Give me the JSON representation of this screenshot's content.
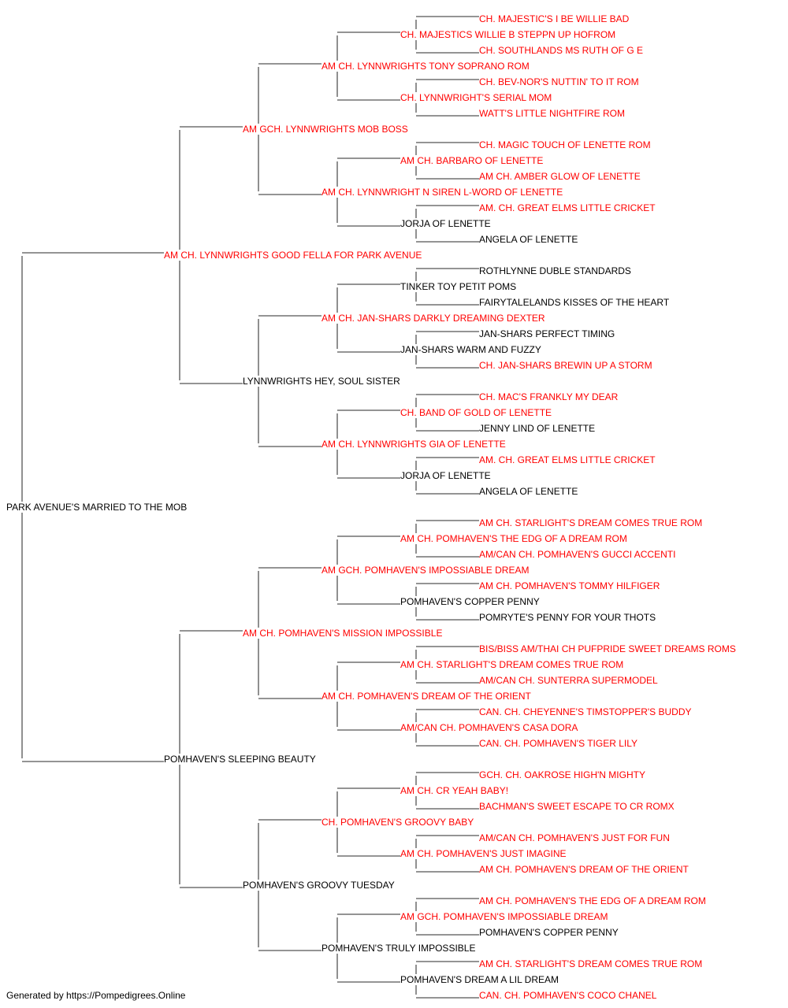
{
  "colors": {
    "champion_text": "#ff0000",
    "plain_text": "#000000",
    "line": "#555555",
    "background": "#ffffff"
  },
  "subject": {
    "name": "PARK AVENUE'S MARRIED TO THE MOB",
    "champion": false
  },
  "pedigree": [
    {
      "name": "AM CH. LYNNWRIGHTS GOOD FELLA FOR PARK AVENUE",
      "champion": true
    },
    {
      "name": "POMHAVEN'S SLEEPING BEAUTY",
      "champion": false
    },
    {
      "name": "AM GCH. LYNNWRIGHTS MOB BOSS",
      "champion": true
    },
    {
      "name": "LYNNWRIGHTS HEY, SOUL SISTER",
      "champion": false
    },
    {
      "name": "AM CH. POMHAVEN'S MISSION IMPOSSIBLE",
      "champion": true
    },
    {
      "name": "POMHAVEN'S GROOVY TUESDAY",
      "champion": false
    },
    {
      "name": "AM CH. LYNNWRIGHTS TONY SOPRANO ROM",
      "champion": true
    },
    {
      "name": "AM CH. LYNNWRIGHT N SIREN L-WORD OF LENETTE",
      "champion": true
    },
    {
      "name": "AM CH. JAN-SHARS DARKLY DREAMING DEXTER",
      "champion": true
    },
    {
      "name": "AM CH. LYNNWRIGHTS GIA OF LENETTE",
      "champion": true
    },
    {
      "name": "AM GCH. POMHAVEN'S IMPOSSIABLE DREAM",
      "champion": true
    },
    {
      "name": "AM CH. POMHAVEN'S DREAM OF THE ORIENT",
      "champion": true
    },
    {
      "name": "CH. POMHAVEN'S GROOVY BABY",
      "champion": true
    },
    {
      "name": "POMHAVEN'S TRULY IMPOSSIBLE",
      "champion": false
    },
    {
      "name": "CH. MAJESTICS WILLIE B STEPPN UP HOFROM",
      "champion": true
    },
    {
      "name": "CH. LYNNWRIGHT'S SERIAL MOM",
      "champion": true
    },
    {
      "name": "AM CH. BARBARO OF LENETTE",
      "champion": true
    },
    {
      "name": "JORJA OF LENETTE",
      "champion": false
    },
    {
      "name": "TINKER TOY PETIT POMS",
      "champion": false
    },
    {
      "name": "JAN-SHARS WARM AND FUZZY",
      "champion": false
    },
    {
      "name": "CH. BAND OF GOLD OF LENETTE",
      "champion": true
    },
    {
      "name": "JORJA OF LENETTE",
      "champion": false
    },
    {
      "name": "AM CH. POMHAVEN'S THE EDG OF A DREAM ROM",
      "champion": true
    },
    {
      "name": "POMHAVEN'S COPPER PENNY",
      "champion": false
    },
    {
      "name": "AM CH. STARLIGHT'S DREAM COMES TRUE ROM",
      "champion": true
    },
    {
      "name": "AM/CAN CH. POMHAVEN'S CASA DORA",
      "champion": true
    },
    {
      "name": "AM CH. CR YEAH BABY!",
      "champion": true
    },
    {
      "name": "AM CH. POMHAVEN'S JUST IMAGINE",
      "champion": true
    },
    {
      "name": "AM GCH. POMHAVEN'S IMPOSSIABLE DREAM",
      "champion": true
    },
    {
      "name": "POMHAVEN'S DREAM A LIL DREAM",
      "champion": false
    },
    {
      "name": "CH. MAJESTIC'S I BE WILLIE BAD",
      "champion": true
    },
    {
      "name": "CH. SOUTHLANDS MS RUTH OF G E",
      "champion": true
    },
    {
      "name": "CH. BEV-NOR'S NUTTIN' TO IT ROM",
      "champion": true
    },
    {
      "name": "WATT'S LITTLE NIGHTFIRE ROM",
      "champion": true
    },
    {
      "name": "CH. MAGIC TOUCH OF LENETTE ROM",
      "champion": true
    },
    {
      "name": "AM CH. AMBER GLOW OF LENETTE",
      "champion": true
    },
    {
      "name": "AM. CH. GREAT ELMS LITTLE CRICKET",
      "champion": true
    },
    {
      "name": "ANGELA OF LENETTE",
      "champion": false
    },
    {
      "name": "ROTHLYNNE DUBLE STANDARDS",
      "champion": false
    },
    {
      "name": "FAIRYTALELANDS KISSES OF THE HEART",
      "champion": false
    },
    {
      "name": "JAN-SHARS PERFECT TIMING",
      "champion": false
    },
    {
      "name": "CH. JAN-SHARS BREWIN UP A STORM",
      "champion": true
    },
    {
      "name": "CH. MAC'S FRANKLY MY DEAR",
      "champion": true
    },
    {
      "name": "JENNY LIND OF LENETTE",
      "champion": false
    },
    {
      "name": "AM. CH. GREAT ELMS LITTLE CRICKET",
      "champion": true
    },
    {
      "name": "ANGELA OF LENETTE",
      "champion": false
    },
    {
      "name": "AM CH. STARLIGHT'S DREAM COMES TRUE ROM",
      "champion": true
    },
    {
      "name": "AM/CAN CH. POMHAVEN'S GUCCI ACCENTI",
      "champion": true
    },
    {
      "name": "AM CH. POMHAVEN'S TOMMY HILFIGER",
      "champion": true
    },
    {
      "name": "POMRYTE'S PENNY FOR YOUR THOTS",
      "champion": false
    },
    {
      "name": "BIS/BISS AM/THAI CH PUFPRIDE SWEET DREAMS ROMS",
      "champion": true
    },
    {
      "name": "AM/CAN CH. SUNTERRA SUPERMODEL",
      "champion": true
    },
    {
      "name": "CAN. CH. CHEYENNE'S TIMSTOPPER'S BUDDY",
      "champion": true
    },
    {
      "name": "CAN. CH. POMHAVEN'S TIGER LILY",
      "champion": true
    },
    {
      "name": "GCH. CH. OAKROSE HIGH'N MIGHTY",
      "champion": true
    },
    {
      "name": "BACHMAN'S SWEET ESCAPE TO CR ROMX",
      "champion": true
    },
    {
      "name": "AM/CAN CH. POMHAVEN'S JUST FOR FUN",
      "champion": true
    },
    {
      "name": "AM CH. POMHAVEN'S DREAM OF THE ORIENT",
      "champion": true
    },
    {
      "name": "AM CH. POMHAVEN'S THE EDG OF A DREAM ROM",
      "champion": true
    },
    {
      "name": "POMHAVEN'S COPPER PENNY",
      "champion": false
    },
    {
      "name": "AM CH. STARLIGHT'S DREAM COMES TRUE ROM",
      "champion": true
    },
    {
      "name": "CAN. CH. POMHAVEN'S COCO CHANEL",
      "champion": true
    }
  ],
  "footer": {
    "text": "Generated by https://Pompedigrees.Online"
  }
}
